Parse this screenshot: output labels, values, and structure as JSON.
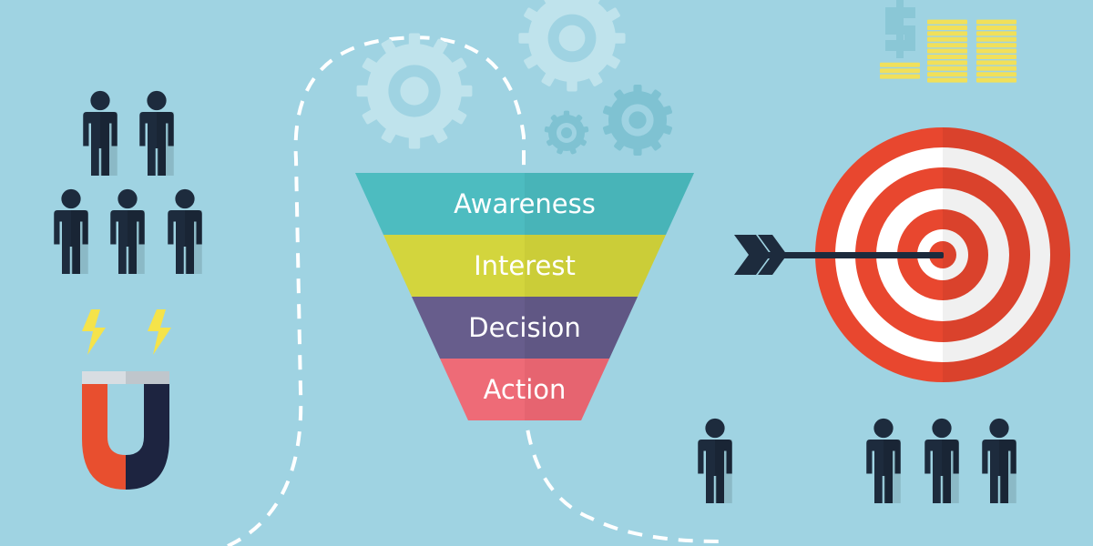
{
  "funnel": {
    "stages": [
      {
        "label": "Awareness",
        "color": "#4dbcc0",
        "shade": "#45adb1"
      },
      {
        "label": "Interest",
        "color": "#d3d53d",
        "shade": "#c4c635"
      },
      {
        "label": "Decision",
        "color": "#675d8c",
        "shade": "#5b527d"
      },
      {
        "label": "Action",
        "color": "#ee6b77",
        "shade": "#e05f6b"
      }
    ]
  },
  "icons": {
    "magnet": "magnet-icon",
    "lightning": "lightning-bolt-icon",
    "gear": "gear-icon",
    "target": "target-icon",
    "arrow": "arrow-icon",
    "person": "person-icon",
    "coins": "coin-stack-icon",
    "dollar": "dollar-sign-icon"
  },
  "colors": {
    "background": "#9fd3e2",
    "person": "#1d2b3d",
    "target_red": "#e8472f",
    "target_white": "#ffffff",
    "gear": "#bfe3ec",
    "gear_dark": "#7fc2d2",
    "coin": "#f1e05a",
    "magnet_red": "#e84f2f",
    "magnet_dark": "#1d2440",
    "bolt": "#f5e34a"
  }
}
